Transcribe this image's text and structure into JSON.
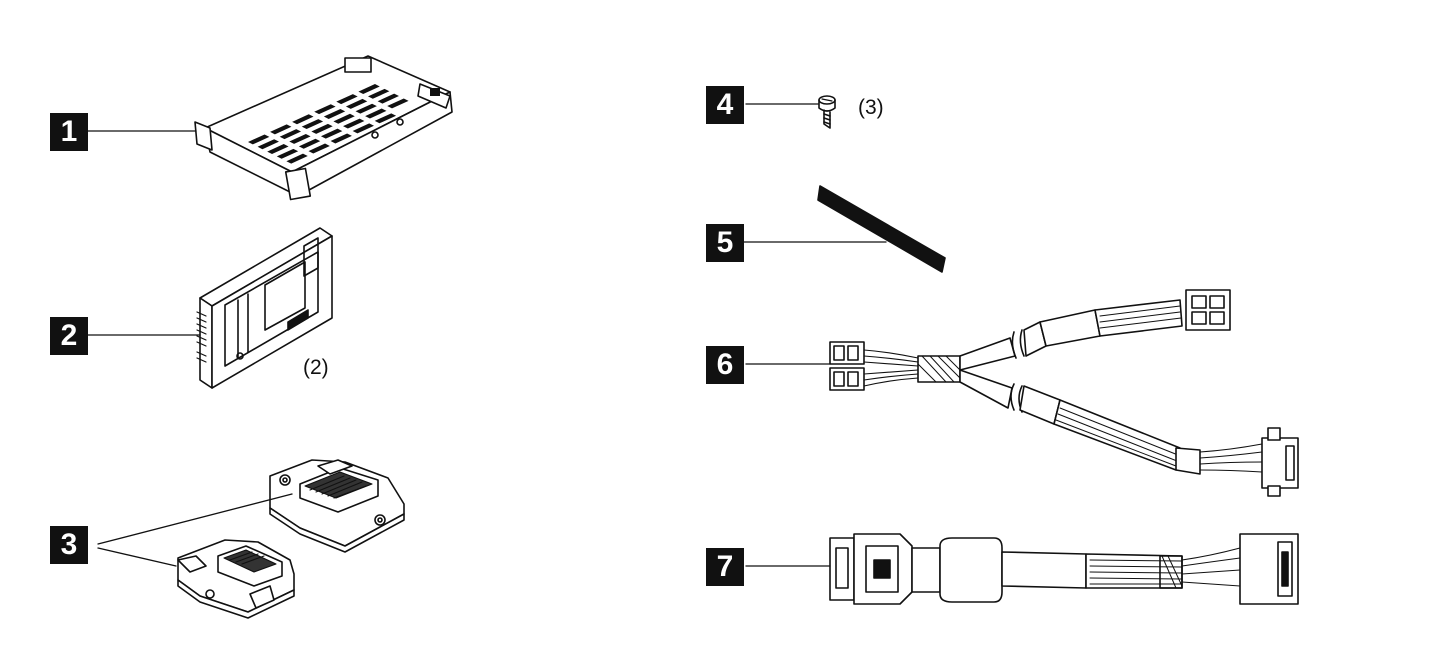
{
  "callouts": [
    {
      "number": "1"
    },
    {
      "number": "2",
      "quantity": "(2)"
    },
    {
      "number": "3"
    },
    {
      "number": "4",
      "quantity": "(3)"
    },
    {
      "number": "5"
    },
    {
      "number": "6"
    },
    {
      "number": "7"
    }
  ],
  "colors": {
    "ink": "#111111",
    "badge_bg": "#111111",
    "badge_text": "#ffffff",
    "background": "#ffffff"
  }
}
